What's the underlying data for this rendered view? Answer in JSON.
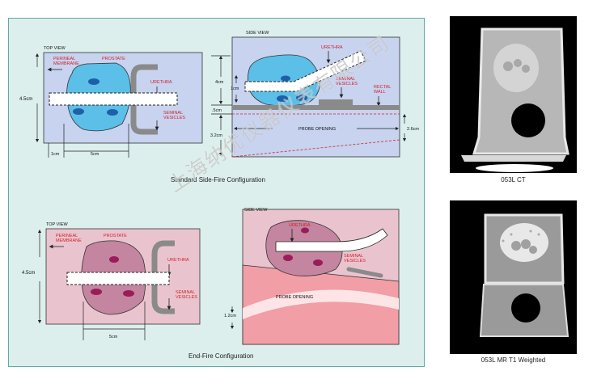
{
  "standard": {
    "title": "Standard Side-Fire Configuration",
    "top_view": {
      "heading": "TOP VIEW",
      "perineal": [
        "PERINEAL",
        "MEMBRANE"
      ],
      "prostate": "PROSTATE",
      "urethra": "URETHRA",
      "seminal": [
        "SEMINAL",
        "VESICLES"
      ],
      "height": "4.5cm",
      "d1": "1cm",
      "d2": "5cm"
    },
    "side_view": {
      "heading": "SIDE VIEW",
      "urethra": "URETHRA",
      "seminal": [
        "SEMINAL",
        "VESICLES"
      ],
      "rectal": [
        "RECTAL",
        "WALL"
      ],
      "probe": "PROBE OPENING",
      "d4": "4cm",
      "d1": "1cm",
      "d5": ".5cm",
      "d32": "3.2cm",
      "d26": "2.6cm"
    }
  },
  "endfire": {
    "title": "End-Fire Configuration",
    "top_view": {
      "heading": "TOP VIEW",
      "perineal": [
        "PERINEAL",
        "MEMBRANE"
      ],
      "prostate": "PROSTATE",
      "urethra": "URETHRA",
      "seminal": [
        "SEMINAL",
        "VESICLES"
      ],
      "height": "4.5cm",
      "d2": "5cm"
    },
    "side_view": {
      "heading": "SIDE VIEW",
      "urethra": "URETHRA",
      "seminal": [
        "SEMINAL",
        "VESICLES"
      ],
      "probe": "PROBE OPENING",
      "d12": "1.2cm"
    }
  },
  "images": {
    "ct_caption": "053L CT",
    "mr_caption": "053L MR T1 Weighted"
  },
  "watermark": "上海纳优仪器仪表有限公司",
  "colors": {
    "panel_bg": "#dcefec",
    "standard_box": "#c7d3ef",
    "endfire_box": "#e9c4cf",
    "prostate_blue": "#5bbfe8",
    "prostate_pink": "#c3859f",
    "label_red": "#d2232a"
  }
}
